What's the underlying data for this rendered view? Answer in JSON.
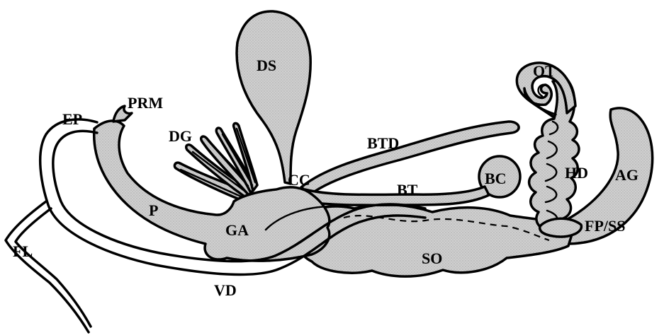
{
  "labels": {
    "ds": "DS",
    "ot": "OT",
    "prm": "PRM",
    "ep": "EP",
    "dg": "DG",
    "btd": "BTD",
    "cc": "CC",
    "bc": "BC",
    "hd": "HD",
    "ag": "AG",
    "bt": "BT",
    "p": "P",
    "ga": "GA",
    "fpss": "FP/SS",
    "fl": "FL",
    "so": "SO",
    "vd": "VD"
  },
  "colors": {
    "fill": "#c8c8c8",
    "outline": "#000000",
    "background": "#ffffff"
  }
}
